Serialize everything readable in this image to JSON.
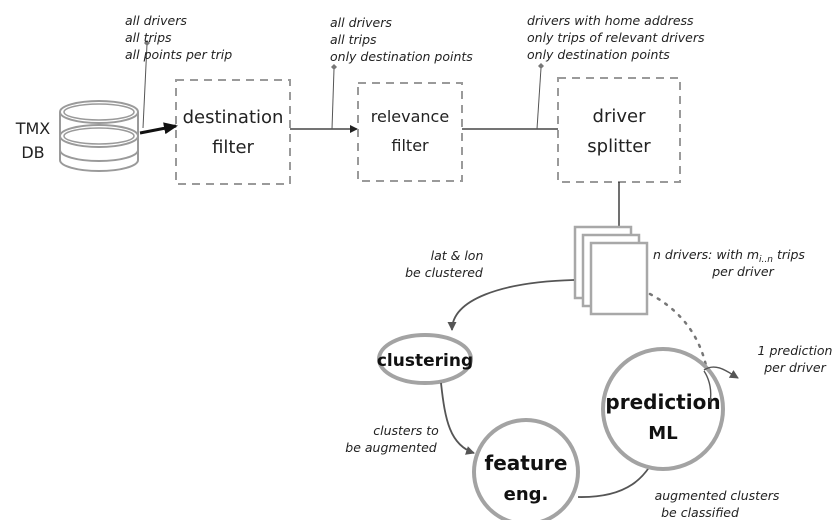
{
  "db": {
    "line1": "TMX",
    "line2": "DB"
  },
  "boxes": {
    "destination": {
      "line1": "destination",
      "line2": "filter"
    },
    "relevance": {
      "line1": "relevance",
      "line2": "filter"
    },
    "splitter": {
      "line1": "driver",
      "line2": "splitter"
    }
  },
  "annotations": {
    "db_out": [
      "all drivers",
      "all trips",
      "all points per trip"
    ],
    "dest_out": [
      "all drivers",
      "all trips",
      "only destination points"
    ],
    "rel_out": [
      "drivers with home address",
      "only trips of relevant drivers",
      "only destination points"
    ],
    "ndrivers": {
      "prefix": "n drivers: with m",
      "sub": "i..n",
      "suffix": " trips",
      "line2": "per driver"
    },
    "latlon": [
      "lat & lon",
      "be clustered"
    ],
    "clusters": [
      "clusters to",
      "be augmented"
    ],
    "augmented": [
      "augmented clusters",
      "be classified"
    ],
    "prediction_out": [
      "1 prediction",
      "per driver"
    ]
  },
  "nodes": {
    "clustering": "clustering",
    "feature": {
      "line1": "feature",
      "line2": "eng."
    },
    "prediction": {
      "line1": "prediction",
      "line2": "ML"
    }
  }
}
